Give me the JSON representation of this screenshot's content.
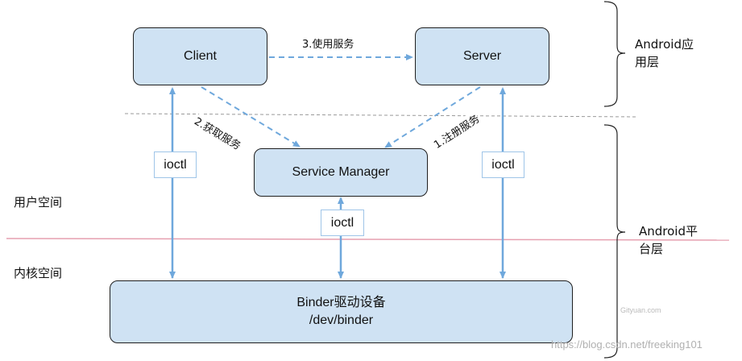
{
  "nodes": {
    "client": "Client",
    "server": "Server",
    "service_manager": "Service Manager",
    "binder_line1": "Binder驱动设备",
    "binder_line2": "/dev/binder"
  },
  "edges": {
    "use_service": "3.使用服务",
    "get_service": "2.获取服务",
    "register_service": "1.注册服务"
  },
  "ioctl_labels": [
    "ioctl",
    "ioctl",
    "ioctl"
  ],
  "regions": {
    "user_space": "用户空间",
    "kernel_space": "内核空间"
  },
  "layers": {
    "app_line1": "Android应",
    "app_line2": "用层",
    "platform_line1": "Android平",
    "platform_line2": "台层"
  },
  "watermarks": {
    "site": "Gityuan.com",
    "blog": "https://blog.csdn.net/freeking101"
  },
  "colors": {
    "box_fill": "#cfe2f3",
    "arrow": "#6fa8dc",
    "kernel_line": "#e6a0b0",
    "divider": "#999999"
  }
}
